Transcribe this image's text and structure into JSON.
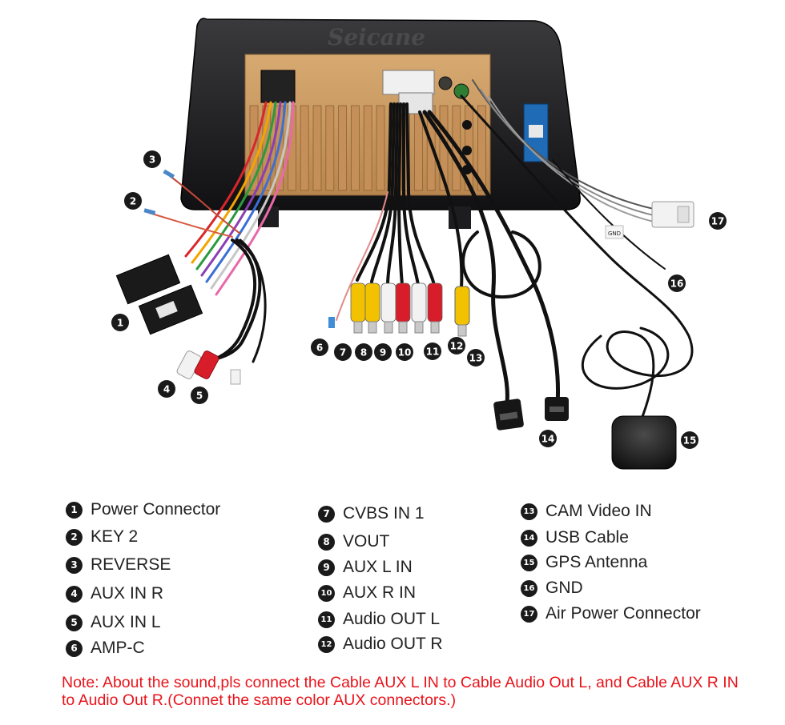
{
  "brand": "Seicane",
  "callout_numbers": [
    "1",
    "2",
    "3",
    "4",
    "5",
    "6",
    "7",
    "8",
    "9",
    "10",
    "11",
    "12",
    "13",
    "14",
    "15",
    "16",
    "17"
  ],
  "cable_tags": {
    "gnd": "GND"
  },
  "legend": {
    "items": [
      {
        "num": "1",
        "label": "Power Connector"
      },
      {
        "num": "2",
        "label": "KEY 2"
      },
      {
        "num": "3",
        "label": "REVERSE"
      },
      {
        "num": "4",
        "label": "AUX IN R"
      },
      {
        "num": "5",
        "label": "AUX IN L"
      },
      {
        "num": "6",
        "label": "AMP-C"
      },
      {
        "num": "7",
        "label": "CVBS IN 1"
      },
      {
        "num": "8",
        "label": "VOUT"
      },
      {
        "num": "9",
        "label": "AUX L IN"
      },
      {
        "num": "10",
        "label": "AUX R IN"
      },
      {
        "num": "11",
        "label": "Audio OUT L"
      },
      {
        "num": "12",
        "label": "Audio OUT R"
      },
      {
        "num": "13",
        "label": "CAM Video IN"
      },
      {
        "num": "14",
        "label": "USB Cable"
      },
      {
        "num": "15",
        "label": "GPS Antenna"
      },
      {
        "num": "16",
        "label": "GND"
      },
      {
        "num": "17",
        "label": "Air Power Connector"
      }
    ]
  },
  "note": "Note: About the sound,pls connect the Cable AUX L IN to Cable Audio Out L, and Cable AUX R IN to Audio Out R.(Connet the same color AUX connectors.)",
  "colors": {
    "bezel": "#1b1b1d",
    "chassis": "#c99a63",
    "rca_yellow": "#f2c100",
    "rca_red": "#d81d2a",
    "rca_white": "#f2f2f2",
    "note_text": "#e8141b",
    "badge": "#1a1a1a"
  }
}
